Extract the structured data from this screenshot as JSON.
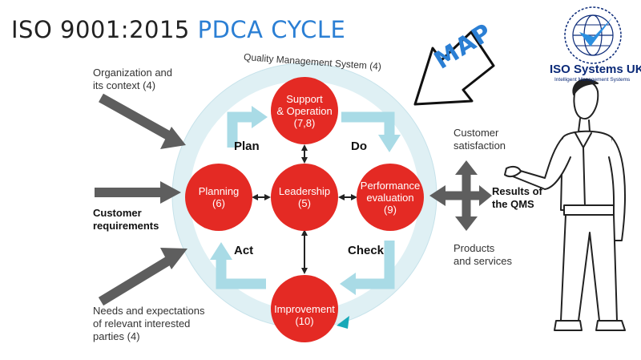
{
  "title": {
    "part1": "ISO 9001:2015",
    "part2": "PDCA CYCLE"
  },
  "colors": {
    "node": "#e42a24",
    "ring": "#dff0f4",
    "arrow_light": "#a9dbe6",
    "arrow_dark": "#5e5e5e",
    "title_blue": "#2b7fd4",
    "accent_teal": "#17a9b8"
  },
  "qms_label": "Quality Management System (4)",
  "inputs": {
    "organization": "Organization and\nits context (4)",
    "customer_requirements": "Customer\nrequirements",
    "needs": "Needs and expectations\nof relevant interested\nparties (4)"
  },
  "nodes": {
    "support": "Support\n& Operation\n(7,8)",
    "planning": "Planning\n(6)",
    "leadership": "Leadership\n(5)",
    "performance": "Performance\nevaluation\n(9)",
    "improvement": "Improvement\n(10)"
  },
  "phases": {
    "plan": "Plan",
    "do": "Do",
    "check": "Check",
    "act": "Act"
  },
  "outputs": {
    "customer_satisfaction": "Customer\nsatisfaction",
    "results": "Results of\nthe QMS",
    "products": "Products\nand services"
  },
  "map_label": "MAP",
  "logo": {
    "title": "ISO Systems UK",
    "subtitle": "Intelligent Management Systems"
  }
}
